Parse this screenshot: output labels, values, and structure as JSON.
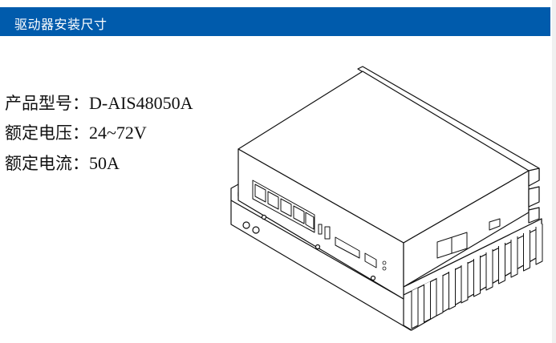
{
  "header": {
    "title": "驱动器安装尺寸",
    "color": "#005bac"
  },
  "specs": [
    {
      "label": "产品型号：",
      "value": "D-AIS48050A"
    },
    {
      "label": "额定电压：",
      "value": "24~72V"
    },
    {
      "label": "额定电流：",
      "value": "50A"
    }
  ],
  "figure": {
    "icon": "servo-driver-drawing"
  }
}
